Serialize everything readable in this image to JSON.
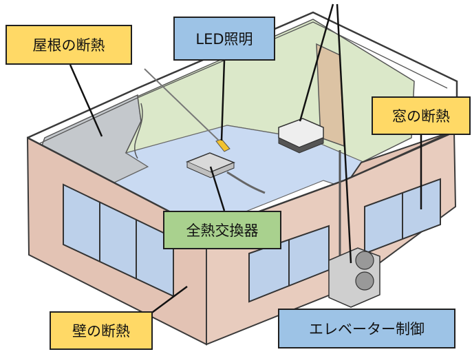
{
  "colors": {
    "label_yellow": "#ffd966",
    "label_blue": "#9dc3e6",
    "label_green": "#a9d18e",
    "wall": "#e3c3b4",
    "wall_dark": "#cfa796",
    "floor": "#c9daf2",
    "ceiling_green": "#dbe8c9",
    "roof_gray": "#c4c8cc",
    "window": "#bcd0ea",
    "outline": "#3a3a3a"
  },
  "labels": {
    "roof_insulation": "屋根の断熱",
    "led_lighting": "LED照明",
    "window_insulation": "窓の断熱",
    "heat_exchanger": "全熱交換器",
    "wall_insulation": "壁の断熱",
    "elevator_control": "エレベーター制御"
  }
}
